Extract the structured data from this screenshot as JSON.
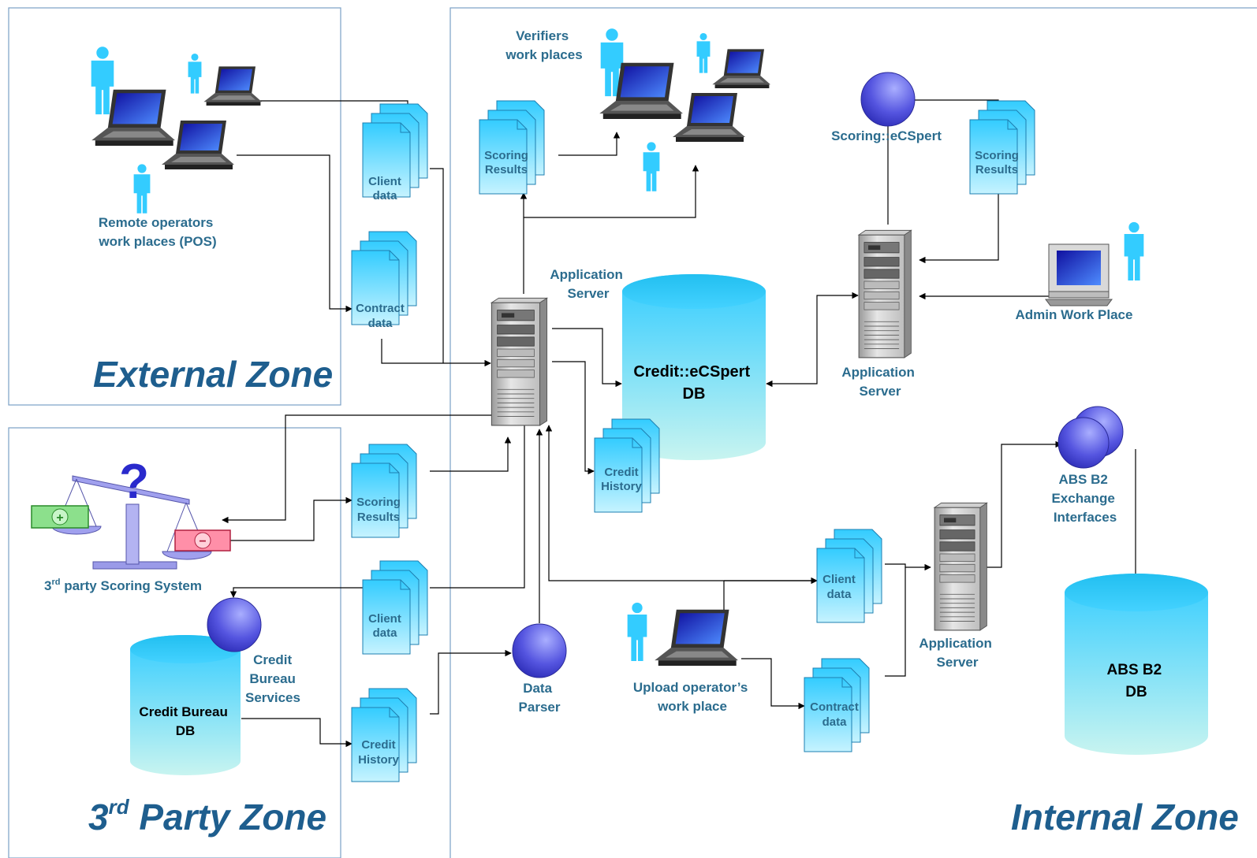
{
  "zones": {
    "external": "External Zone",
    "third_party": "3rd Party Zone",
    "internal": "Internal Zone"
  },
  "labels": {
    "remote_ops": [
      "Remote operators",
      "work places (POS)"
    ],
    "verifiers": [
      "Verifiers",
      "work places"
    ],
    "scoring_ecspert": "Scoring::eCSpert",
    "app_server_central": [
      "Application",
      "Server"
    ],
    "app_server_right": [
      "Application",
      "Server"
    ],
    "app_server_lower": [
      "Application",
      "Server"
    ],
    "admin": "Admin Work Place",
    "third_party_scoring": "3rd party Scoring System",
    "credit_bureau_services": [
      "Credit",
      "Bureau",
      "Services"
    ],
    "data_parser": [
      "Data",
      "Parser"
    ],
    "upload_operator": [
      "Upload operator’s",
      "work place"
    ],
    "abs_exchange": [
      "ABS B2",
      "Exchange",
      "Interfaces"
    ]
  },
  "databases": {
    "credit_ecspert": [
      "Credit::eCSpert",
      "DB"
    ],
    "credit_bureau": [
      "Credit Bureau",
      "DB"
    ],
    "abs_b2": [
      "ABS B2",
      "DB"
    ]
  },
  "documents": {
    "client_data": [
      "Client",
      "data"
    ],
    "contract_data": [
      "Contract",
      "data"
    ],
    "scoring_results": [
      "Scoring",
      "Results"
    ],
    "credit_history": [
      "Credit",
      "History"
    ]
  },
  "colors": {
    "cyan": "#33CCFF",
    "cyan_light": "#B8F0FF",
    "globe_dark": "#3B3BD6",
    "globe_light": "#9FA6FF",
    "label_blue": "#2B6C8E",
    "zone_border": "#7AA0C6"
  },
  "icons": [
    "person-icon",
    "laptop-icon",
    "server-icon",
    "database-icon",
    "document-stack-icon",
    "globe-icon",
    "scales-icon",
    "desktop-icon"
  ]
}
